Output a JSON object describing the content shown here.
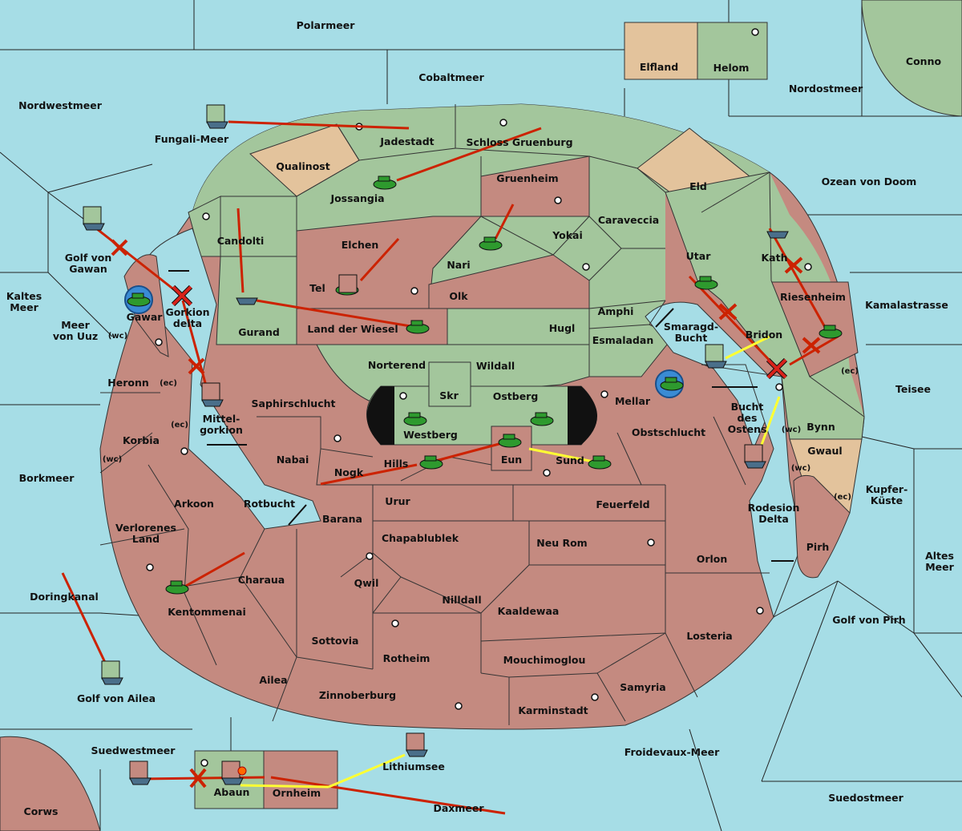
{
  "colors": {
    "sea": "#a6dde6",
    "green": "#a3c69c",
    "red": "#c48a80",
    "tan": "#e3c39c",
    "move_red": "#cc2200",
    "support_yellow": "#ffff33"
  },
  "legend": {},
  "regions": {
    "polarmeer": "Polarmeer",
    "cobaltmeer": "Cobaltmeer",
    "nordwestmeer": "Nordwestmeer",
    "nordostmeer": "Nordostmeer",
    "conno": "Conno",
    "elfland": "Elfland",
    "helom": "Helom",
    "fungali": "Fungali-Meer",
    "jadestadt": "Jadestadt",
    "schloss": "Schloss Gruenburg",
    "qualinost": "Qualinost",
    "jossangia": "Jossangia",
    "gruenheim": "Gruenheim",
    "eld": "Eld",
    "ozean": "Ozean von Doom",
    "golf_gawan": "Golf von\nGawan",
    "candolti": "Candolti",
    "elchen": "Elchen",
    "caraveccia": "Caraveccia",
    "yokai": "Yokai",
    "utar": "Utar",
    "kath": "Kath",
    "kaltes": "Kaltes\nMeer",
    "nari": "Nari",
    "tel": "Tel",
    "olk": "Olk",
    "amphi": "Amphi",
    "riesenheim": "Riesenheim",
    "kamala": "Kamalastrasse",
    "gorkion": "Gorkion\ndelta",
    "gawar": "Gawar",
    "meer_uuz": "Meer\nvon Uuz",
    "gurand": "Gurand",
    "wiesel": "Land der Wiesel",
    "hugl": "Hugl",
    "smaragd": "Smaragd-\nBucht",
    "bridon": "Bridon",
    "esmaladan": "Esmaladan",
    "norterend": "Norterend",
    "wildall": "Wildall",
    "heronn": "Heronn",
    "teisee": "Teisee",
    "skr": "Skr",
    "ostberg": "Ostberg",
    "mellar": "Mellar",
    "saphir": "Saphirschlucht",
    "mittel": "Mittel-\ngorkion",
    "bucht_ostens": "Bucht\ndes\nOstens",
    "korbia": "Korbia",
    "westberg": "Westberg",
    "obst": "Obstschlucht",
    "bynn": "Bynn",
    "gwaul": "Gwaul",
    "nabai": "Nabai",
    "hills": "Hills",
    "eun": "Eun",
    "sund": "Sund",
    "nogk": "Nogk",
    "borkmeer": "Borkmeer",
    "kupfer": "Kupfer-\nKüste",
    "arkoon": "Arkoon",
    "rotbucht": "Rotbucht",
    "urur": "Urur",
    "feuerfeld": "Feuerfeld",
    "rodesion": "Rodesion\nDelta",
    "barana": "Barana",
    "verlorenes": "Verlorenes\nLand",
    "chapa": "Chapablublek",
    "neurom": "Neu Rom",
    "pirh": "Pirh",
    "orlon": "Orlon",
    "altes": "Altes\nMeer",
    "charaua": "Charaua",
    "qwil": "Qwil",
    "doring": "Doringkanal",
    "nilldall": "Nilldall",
    "kaaldewaa": "Kaaldewaa",
    "kentommenai": "Kentommenai",
    "golf_pirh": "Golf von Pirh",
    "losteria": "Losteria",
    "sottovia": "Sottovia",
    "rotheim": "Rotheim",
    "mouchi": "Mouchimoglou",
    "ailea": "Ailea",
    "samyria": "Samyria",
    "golf_ailea": "Golf von Ailea",
    "zinnober": "Zinnoberburg",
    "karmin": "Karminstadt",
    "suedwest": "Suedwestmeer",
    "lithium": "Lithiumsee",
    "froide": "Froidevaux-Meer",
    "abaun": "Abaun",
    "ornheim": "Ornheim",
    "suedost": "Suedostmeer",
    "daxmeer": "Daxmeer",
    "corws": "Corws",
    "wc": "(wc)",
    "ec": "(ec)"
  }
}
